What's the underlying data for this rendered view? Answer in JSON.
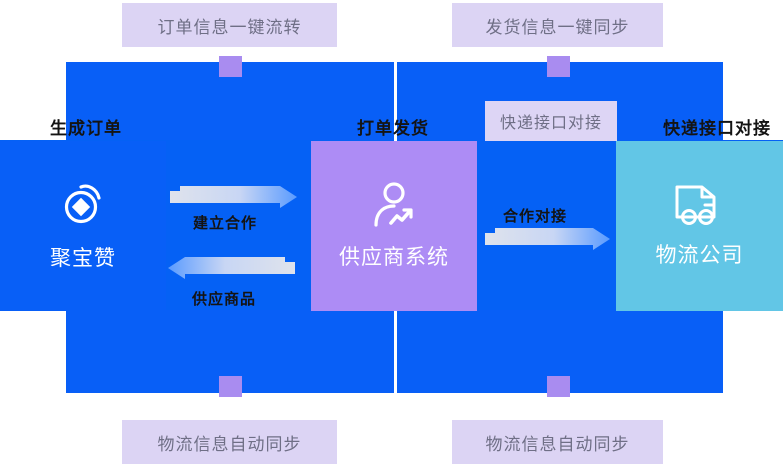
{
  "diagram": {
    "title_tags": [
      {
        "id": "tag-top-left",
        "label": "订单信息一键流转"
      },
      {
        "id": "tag-top-right",
        "label": "发货信息一键同步"
      },
      {
        "id": "tag-bottom-left",
        "label": "物流信息自动同步"
      },
      {
        "id": "tag-bottom-right",
        "label": "物流信息自动同步"
      }
    ],
    "callouts": [
      {
        "id": "callout-express-api",
        "label": "快递接口对接"
      }
    ],
    "step_labels": [
      {
        "id": "step-create-order",
        "label": "生成订单"
      },
      {
        "id": "step-print-ship",
        "label": "打单发货"
      },
      {
        "id": "step-express-api",
        "label": "快递接口对接"
      }
    ],
    "cards": [
      {
        "id": "card-jubaozan",
        "label": "聚宝赞",
        "icon": "jubaozan-logo-icon",
        "color": "#085ff7"
      },
      {
        "id": "card-supplier",
        "label": "供应商系统",
        "icon": "supplier-user-chart-icon",
        "color": "#ad8cf5"
      },
      {
        "id": "card-logistics",
        "label": "物流公司",
        "icon": "delivery-truck-icon",
        "color": "#62c6e6"
      }
    ],
    "arrows": [
      {
        "id": "arrow-establish-cooperation",
        "label": "建立合作",
        "direction": "right"
      },
      {
        "id": "arrow-supply-goods",
        "label": "供应商品",
        "direction": "left"
      },
      {
        "id": "arrow-cooperation-docking",
        "label": "合作对接",
        "direction": "right"
      }
    ],
    "colors": {
      "blue_band": "#085ff7",
      "blue_band_wide": "#0561f5",
      "tag_bg": "#dcd4f4",
      "tag_text": "#6f6f86",
      "nub": "#a98cf0",
      "purple_card": "#ad8cf5",
      "teal_card": "#62c6e6",
      "label_text": "#141414"
    }
  }
}
